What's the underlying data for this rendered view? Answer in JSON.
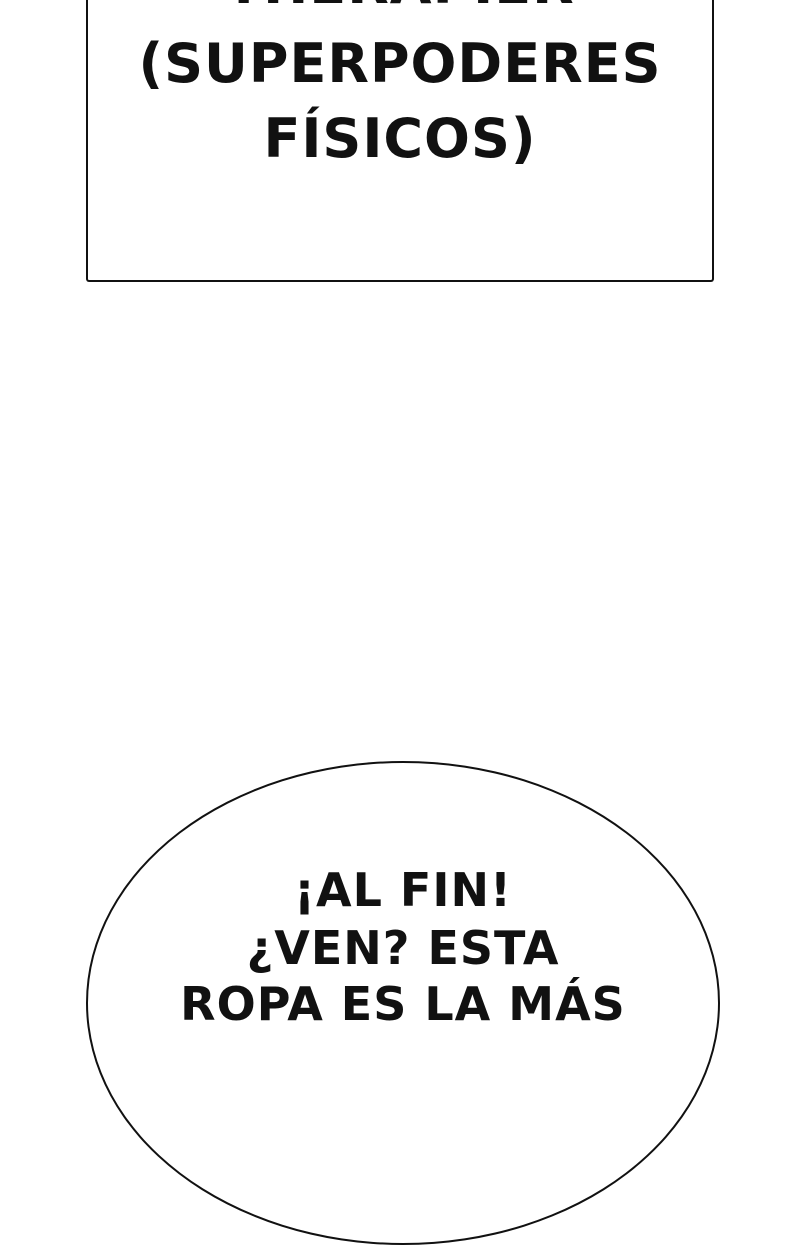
{
  "caption": {
    "lines": [
      "THERAPIER",
      "(SUPERPODERES",
      "FÍSICOS)"
    ]
  },
  "speech_bubble": {
    "lines": [
      "¡AL FIN!",
      "¿VEN? ESTA",
      "ROPA ES LA MÁS"
    ]
  }
}
